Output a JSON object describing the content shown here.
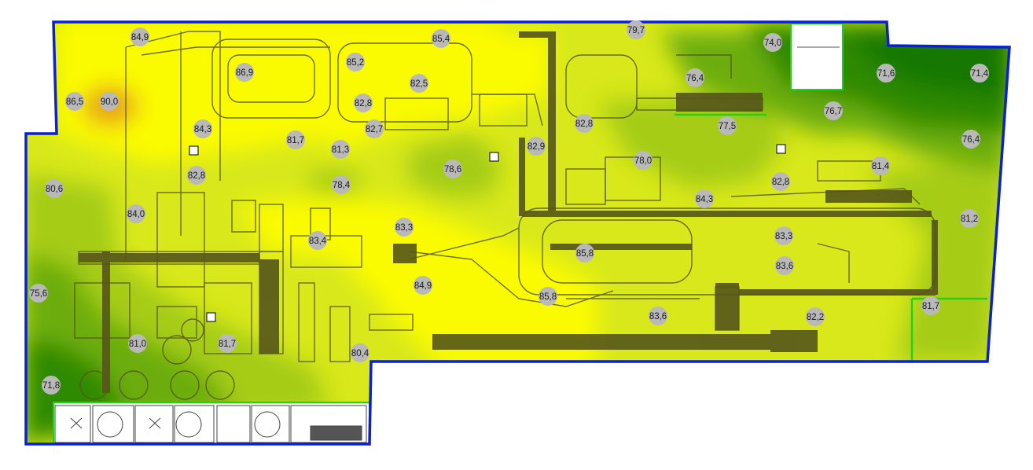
{
  "colors": {
    "boundary": "#0a1fd6",
    "room_outline": "#1fd21f",
    "marker": "#b9b9b9",
    "level_very_high": "#e8a417",
    "level_high": "#fbfb00",
    "level_mid_high": "#d8e81a",
    "level_mid": "#a6cc14",
    "level_mid_low": "#6cad0c",
    "level_low": "#2f8a06",
    "level_very_low": "#137805",
    "machinery": "#55551a"
  },
  "points": [
    {
      "id": "p01",
      "value": "84,9"
    },
    {
      "id": "p02",
      "value": "85,4"
    },
    {
      "id": "p03",
      "value": "79,7"
    },
    {
      "id": "p04",
      "value": "74,0"
    },
    {
      "id": "p05",
      "value": "85,2"
    },
    {
      "id": "p06",
      "value": "86,9"
    },
    {
      "id": "p07",
      "value": "82,5"
    },
    {
      "id": "p08",
      "value": "76,4"
    },
    {
      "id": "p09",
      "value": "71,6"
    },
    {
      "id": "p10",
      "value": "71,4"
    },
    {
      "id": "p11",
      "value": "86,5"
    },
    {
      "id": "p12",
      "value": "90,0"
    },
    {
      "id": "p13",
      "value": "82,8"
    },
    {
      "id": "p14",
      "value": "76,7"
    },
    {
      "id": "p15",
      "value": "84,3"
    },
    {
      "id": "p16",
      "value": "82,7"
    },
    {
      "id": "p17",
      "value": "82,8"
    },
    {
      "id": "p18",
      "value": "77,5"
    },
    {
      "id": "p19",
      "value": "81,7"
    },
    {
      "id": "p20",
      "value": "81,3"
    },
    {
      "id": "p21",
      "value": "82,9"
    },
    {
      "id": "p22",
      "value": "76,4"
    },
    {
      "id": "p23",
      "value": "78,0"
    },
    {
      "id": "p24",
      "value": "78,6"
    },
    {
      "id": "p25",
      "value": "81,4"
    },
    {
      "id": "p26",
      "value": "82,8"
    },
    {
      "id": "p27",
      "value": "82,8"
    },
    {
      "id": "p28",
      "value": "80,6"
    },
    {
      "id": "p29",
      "value": "78,4"
    },
    {
      "id": "p30",
      "value": "84,3"
    },
    {
      "id": "p31",
      "value": "84,0"
    },
    {
      "id": "p32",
      "value": "81,2"
    },
    {
      "id": "p33",
      "value": "83,3"
    },
    {
      "id": "p34",
      "value": "83,4"
    },
    {
      "id": "p35",
      "value": "83,3"
    },
    {
      "id": "p36",
      "value": "85,8"
    },
    {
      "id": "p37",
      "value": "83,6"
    },
    {
      "id": "p38",
      "value": "84,9"
    },
    {
      "id": "p39",
      "value": "75,6"
    },
    {
      "id": "p40",
      "value": "85,8"
    },
    {
      "id": "p41",
      "value": "81,7"
    },
    {
      "id": "p42",
      "value": "83,6"
    },
    {
      "id": "p43",
      "value": "82,2"
    },
    {
      "id": "p44",
      "value": "81,0"
    },
    {
      "id": "p45",
      "value": "81,7"
    },
    {
      "id": "p46",
      "value": "80,4"
    },
    {
      "id": "p47",
      "value": "71,8"
    }
  ]
}
